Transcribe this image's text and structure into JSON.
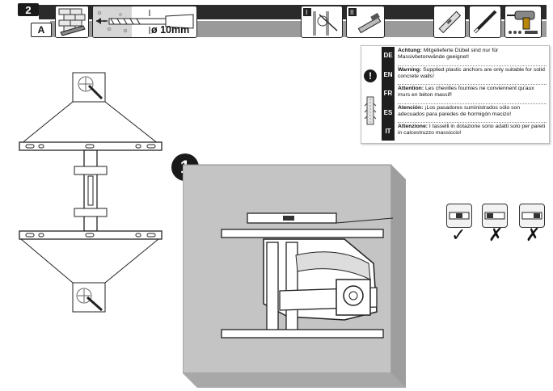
{
  "header": {
    "step_number": "2",
    "sub_step": "A",
    "drill_size": "ø 10mm",
    "tool_icons": [
      "level-tool-icon",
      "pencil-icon",
      "drill-icon"
    ]
  },
  "warning": {
    "icon": "warning-exclamation-icon",
    "entries": [
      {
        "lang": "DE",
        "title": "Achtung:",
        "text": "Mitgelieferte Dübel sind nur für Massivbetonwände geeignet!"
      },
      {
        "lang": "EN",
        "title": "Warning:",
        "text": "Supplied plastic anchors are only suitable for solid concrete walls!"
      },
      {
        "lang": "FR",
        "title": "Attention:",
        "text": "Les chevilles fournies ne conviennent qu'aux murs en béton massif!"
      },
      {
        "lang": "ES",
        "title": "Atención:",
        "text": "¡Los pasadores suministrados sólo son adecuados para paredes de hormigón macizo!"
      },
      {
        "lang": "IT",
        "title": "Attenzione:",
        "text": "I tasselli in dotazione sono adatti solo per pareti in calcestruzzo massiccio!"
      }
    ]
  },
  "main_step": "1",
  "level_checks": [
    {
      "mark": "✓",
      "state": "correct"
    },
    {
      "mark": "✗",
      "state": "wrong"
    },
    {
      "mark": "✗",
      "state": "wrong"
    }
  ],
  "colors": {
    "dark": "#1e1e1e",
    "wall": "#b9b9b9",
    "accent_gray": "#9a9a9a"
  }
}
